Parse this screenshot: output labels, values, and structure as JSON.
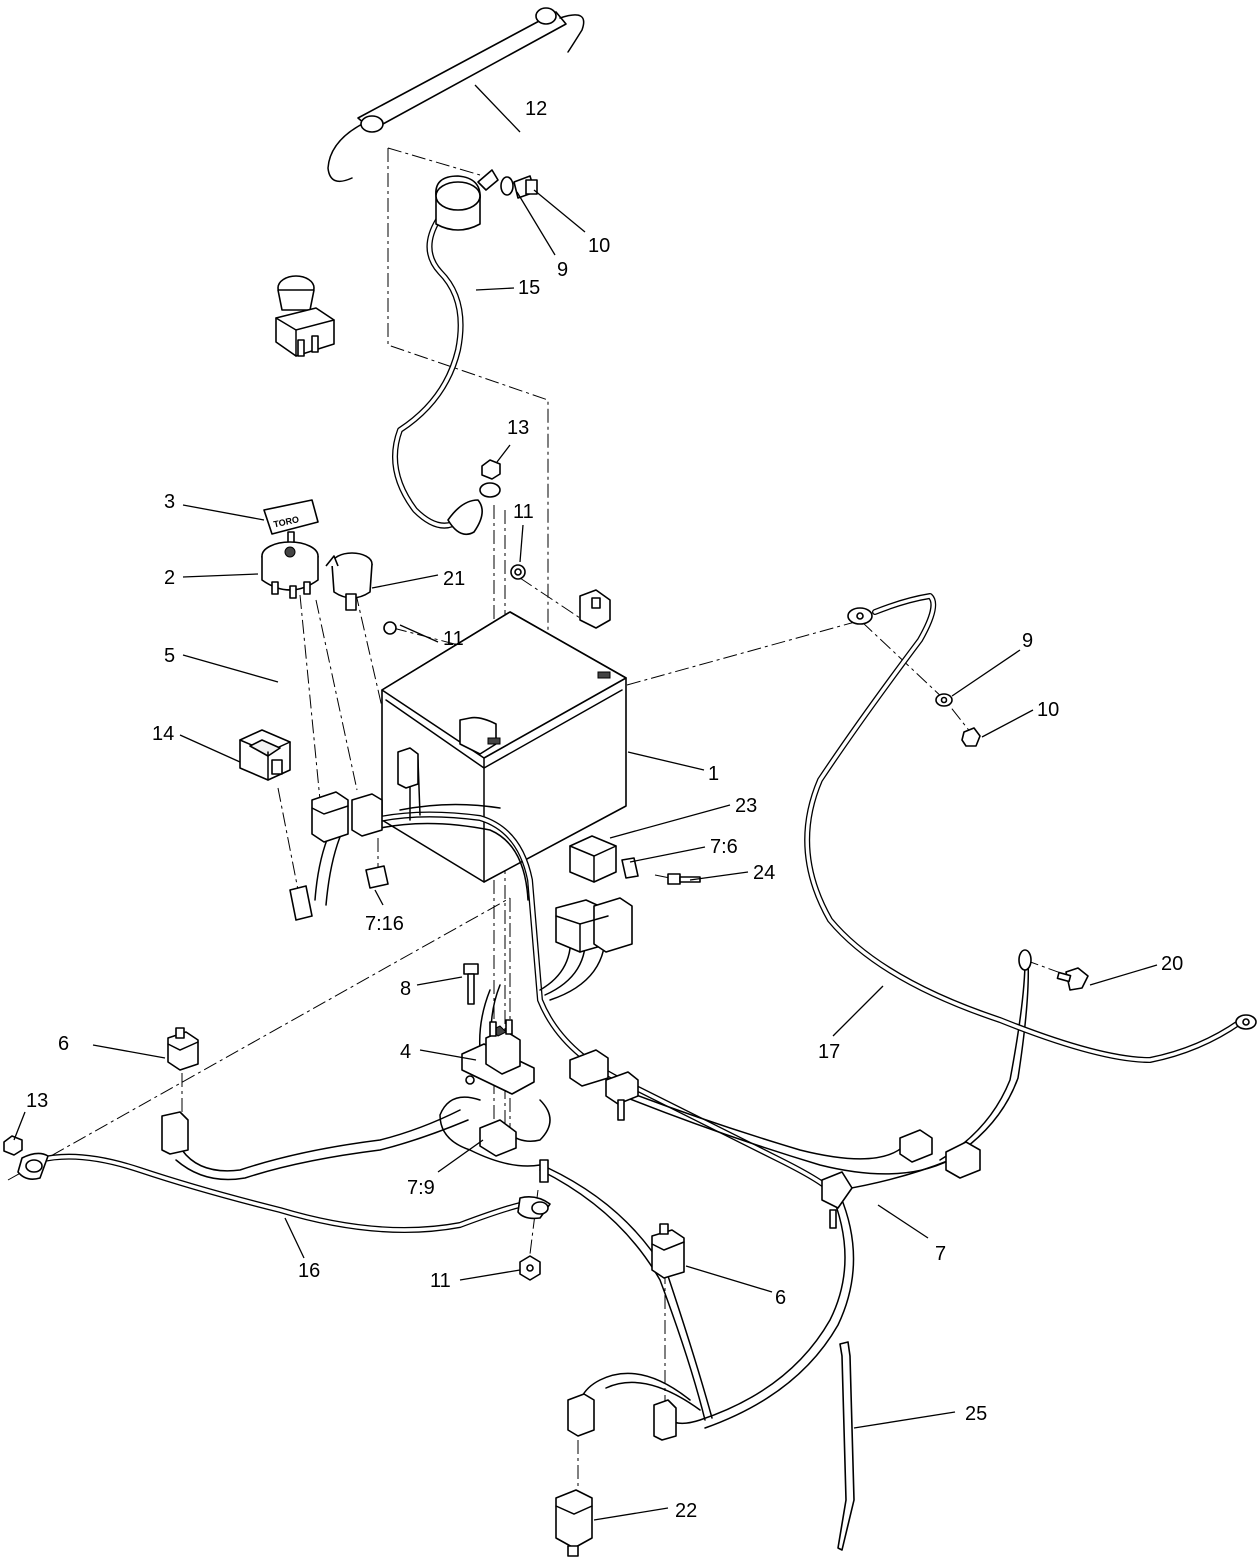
{
  "diagram": {
    "key_brand": "TORO",
    "callouts": {
      "c1": "1",
      "c2": "2",
      "c3": "3",
      "c4": "4",
      "c5": "5",
      "c6a": "6",
      "c6b": "6",
      "c7": "7",
      "c7_6": "7:6",
      "c7_9": "7:9",
      "c7_16": "7:16",
      "c8": "8",
      "c9a": "9",
      "c9b": "9",
      "c10a": "10",
      "c10b": "10",
      "c11a": "11",
      "c11b": "11",
      "c11c": "11",
      "c12": "12",
      "c13a": "13",
      "c13b": "13",
      "c14": "14",
      "c15": "15",
      "c16": "16",
      "c17": "17",
      "c20": "20",
      "c21": "21",
      "c22": "22",
      "c23": "23",
      "c24": "24",
      "c25": "25"
    }
  }
}
